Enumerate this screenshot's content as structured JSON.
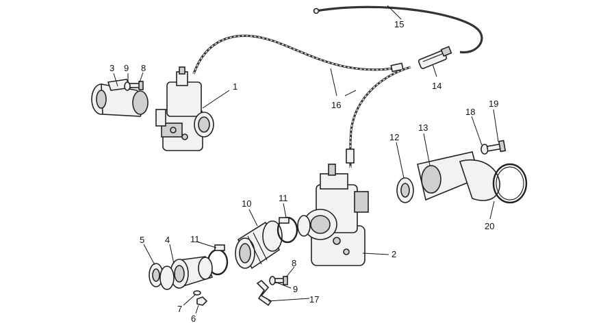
{
  "diagram": {
    "callouts": {
      "c1": "1",
      "c2": "2",
      "c3": "3",
      "c4": "4",
      "c5": "5",
      "c6": "6",
      "c7": "7",
      "c8_top": "8",
      "c8_bottom": "8",
      "c9_top": "9",
      "c9_bottom": "9",
      "c10": "10",
      "c11_left": "11",
      "c11_right": "11",
      "c12": "12",
      "c13": "13",
      "c14": "14",
      "c15": "15",
      "c16": "16",
      "c17": "17",
      "c18": "18",
      "c19": "19",
      "c20": "20"
    }
  }
}
